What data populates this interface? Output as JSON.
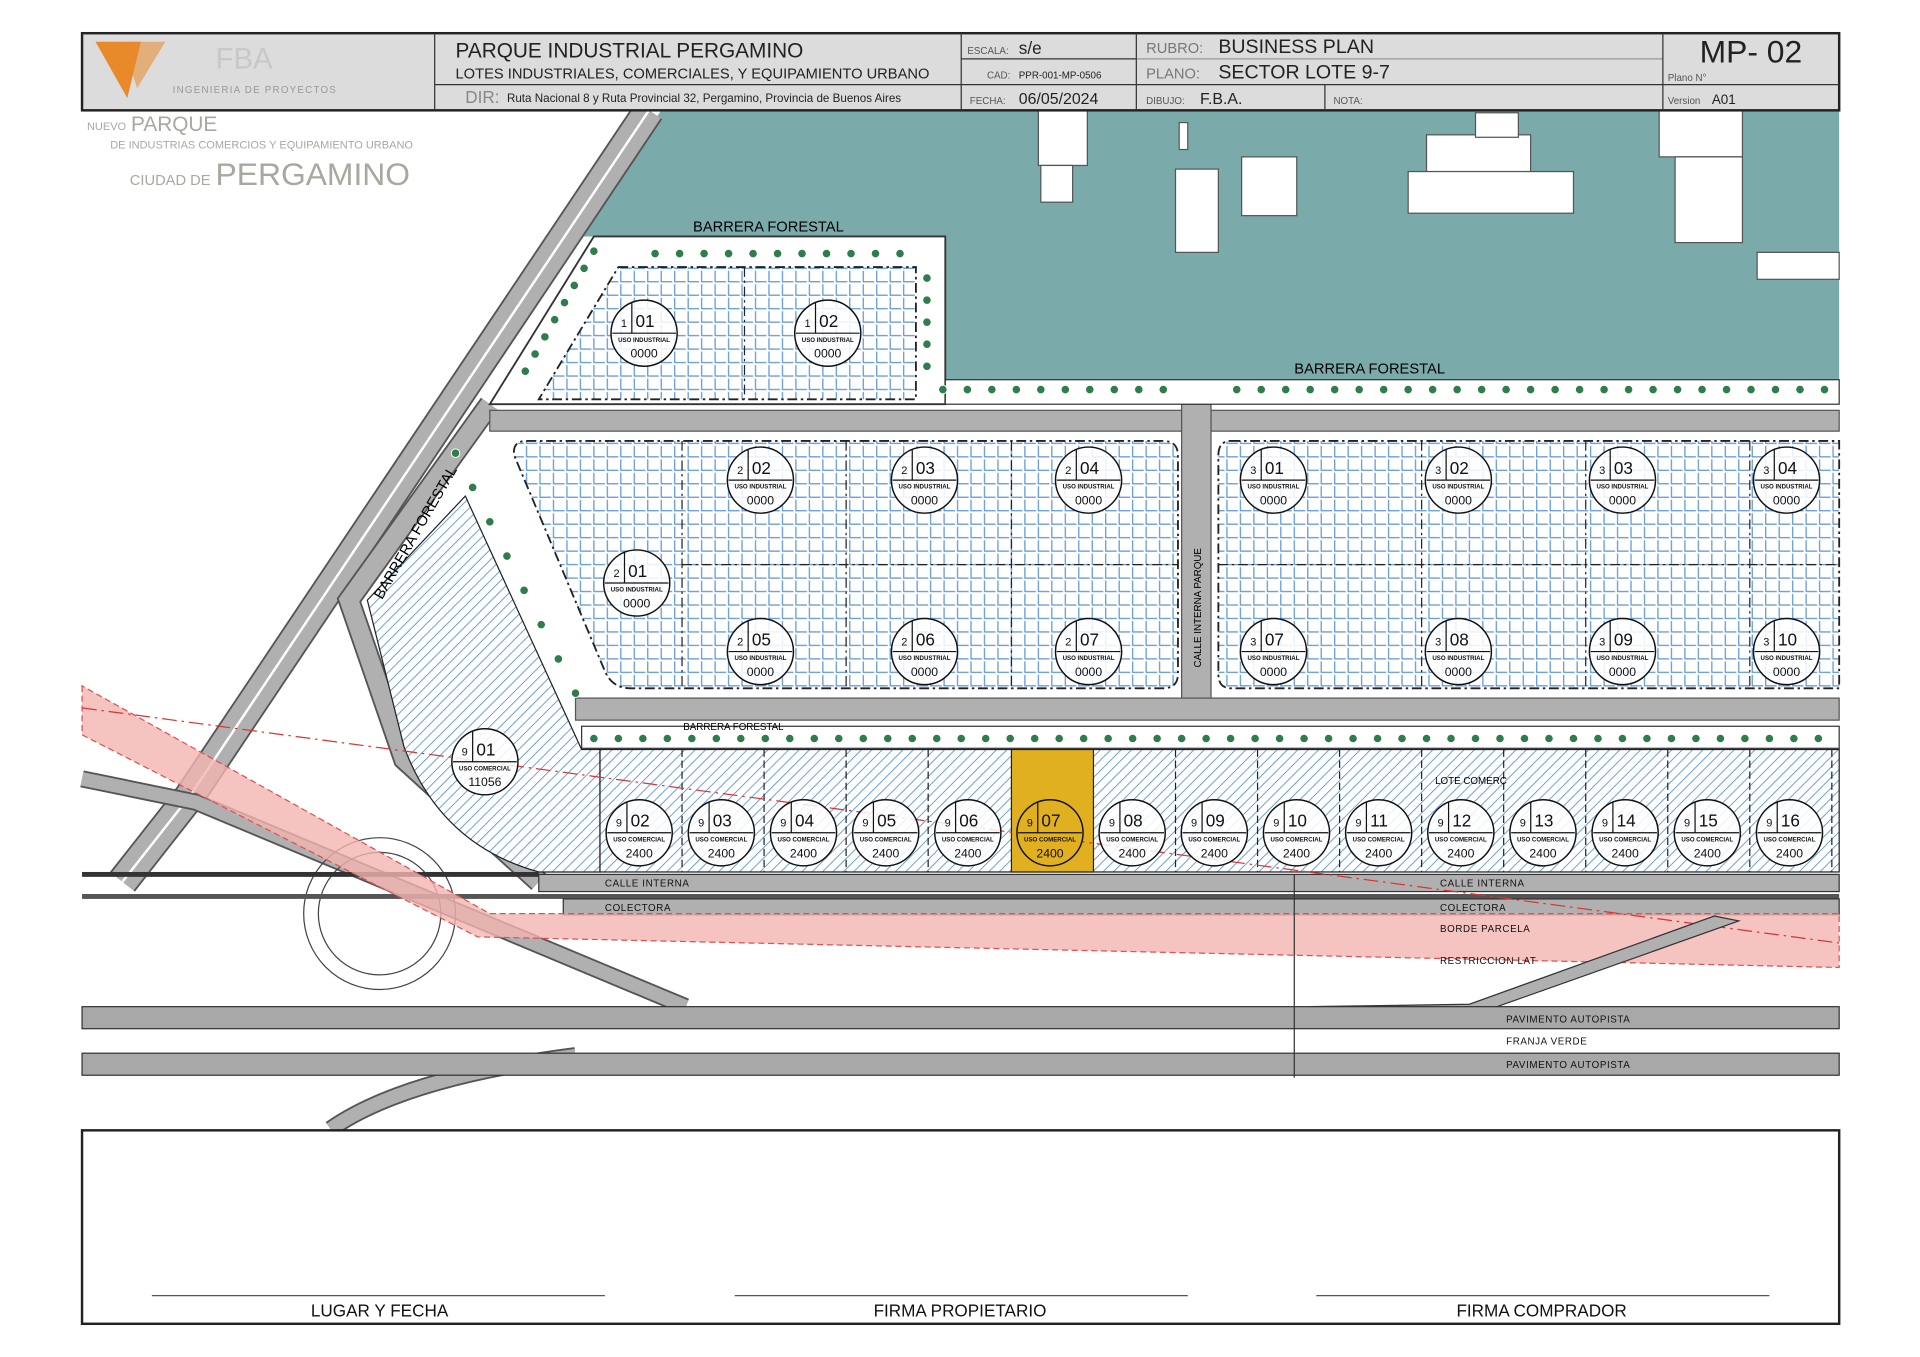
{
  "title_block": {
    "logo_text": "FBA",
    "logo_subtitle": "INGENIERIA DE PROYECTOS",
    "project_title": "PARQUE INDUSTRIAL PERGAMINO",
    "project_subtitle": "LOTES INDUSTRIALES, COMERCIALES, Y EQUIPAMIENTO URBANO",
    "dir_label": "DIR:",
    "dir_value": "Ruta Nacional 8 y Ruta Provincial 32, Pergamino, Provincia de Buenos Aires",
    "escala_label": "ESCALA:",
    "escala_value": "s/e",
    "cad_label": "CAD:",
    "cad_value": "PPR-001-MP-0506",
    "fecha_label": "FECHA:",
    "fecha_value": "06/05/2024",
    "rubro_label": "RUBRO:",
    "rubro_value": "BUSINESS PLAN",
    "plano_label": "PLANO:",
    "plano_value": "SECTOR LOTE 9-7",
    "dibujo_label": "DIBUJO:",
    "dibujo_value": "F.B.A.",
    "nota_label": "NOTA:",
    "plano_num": "MP- 02",
    "plano_num_label": "Plano N°",
    "version_label": "Version",
    "version_value": "A01"
  },
  "watermark": {
    "nuevo": "NUEVO",
    "parque": "PARQUE",
    "line2": "DE INDUSTRIAS COMERCIOS Y EQUIPAMIENTO URBANO",
    "ciudad_de": "CIUDAD DE",
    "ciudad": "PERGAMINO"
  },
  "map_labels": {
    "barrera_1": "BARRERA FORESTAL",
    "barrera_2": "BARRERA FORESTAL",
    "barrera_3": "BARRERA FORESTAL",
    "barrera_4": "BARRERA FORESTAL",
    "calle_interna_parque": "CALLE INTERNA PARQUE",
    "calle_interna_1": "CALLE INTERNA",
    "calle_interna_2": "CALLE INTERNA",
    "colectora_1": "COLECTORA",
    "colectora_2": "COLECTORA",
    "borde_parcela": "BORDE PARCELA",
    "restriccion_lat": "RESTRICCION LAT",
    "pavimento_1": "PAVIMENTO AUTOPISTA",
    "franja_verde": "FRANJA VERDE",
    "pavimento_2": "PAVIMENTO AUTOPISTA",
    "lote_comerc": "LOTE COMERC"
  },
  "lots": [
    {
      "id": "1-01",
      "block": "1",
      "lot": "01",
      "use": "USO INDUSTRIAL",
      "area": "0000"
    },
    {
      "id": "1-02",
      "block": "1",
      "lot": "02",
      "use": "USO INDUSTRIAL",
      "area": "0000"
    },
    {
      "id": "2-01",
      "block": "2",
      "lot": "01",
      "use": "USO INDUSTRIAL",
      "area": "0000"
    },
    {
      "id": "2-02",
      "block": "2",
      "lot": "02",
      "use": "USO INDUSTRIAL",
      "area": "0000"
    },
    {
      "id": "2-03",
      "block": "2",
      "lot": "03",
      "use": "USO INDUSTRIAL",
      "area": "0000"
    },
    {
      "id": "2-04",
      "block": "2",
      "lot": "04",
      "use": "USO INDUSTRIAL",
      "area": "0000"
    },
    {
      "id": "2-05",
      "block": "2",
      "lot": "05",
      "use": "USO INDUSTRIAL",
      "area": "0000"
    },
    {
      "id": "2-06",
      "block": "2",
      "lot": "06",
      "use": "USO INDUSTRIAL",
      "area": "0000"
    },
    {
      "id": "2-07",
      "block": "2",
      "lot": "07",
      "use": "USO INDUSTRIAL",
      "area": "0000"
    },
    {
      "id": "3-01",
      "block": "3",
      "lot": "01",
      "use": "USO INDUSTRIAL",
      "area": "0000"
    },
    {
      "id": "3-02",
      "block": "3",
      "lot": "02",
      "use": "USO INDUSTRIAL",
      "area": "0000"
    },
    {
      "id": "3-03",
      "block": "3",
      "lot": "03",
      "use": "USO INDUSTRIAL",
      "area": "0000"
    },
    {
      "id": "3-04",
      "block": "3",
      "lot": "04",
      "use": "USO INDUSTRIAL",
      "area": "0000"
    },
    {
      "id": "3-07",
      "block": "3",
      "lot": "07",
      "use": "USO INDUSTRIAL",
      "area": "0000"
    },
    {
      "id": "3-08",
      "block": "3",
      "lot": "08",
      "use": "USO INDUSTRIAL",
      "area": "0000"
    },
    {
      "id": "3-09",
      "block": "3",
      "lot": "09",
      "use": "USO INDUSTRIAL",
      "area": "0000"
    },
    {
      "id": "3-10",
      "block": "3",
      "lot": "10",
      "use": "USO INDUSTRIAL",
      "area": "0000"
    },
    {
      "id": "9-01",
      "block": "9",
      "lot": "01",
      "use": "USO COMERCIAL",
      "area": "11056"
    },
    {
      "id": "9-02",
      "block": "9",
      "lot": "02",
      "use": "USO COMERCIAL",
      "area": "2400"
    },
    {
      "id": "9-03",
      "block": "9",
      "lot": "03",
      "use": "USO COMERCIAL",
      "area": "2400"
    },
    {
      "id": "9-04",
      "block": "9",
      "lot": "04",
      "use": "USO COMERCIAL",
      "area": "2400"
    },
    {
      "id": "9-05",
      "block": "9",
      "lot": "05",
      "use": "USO COMERCIAL",
      "area": "2400"
    },
    {
      "id": "9-06",
      "block": "9",
      "lot": "06",
      "use": "USO COMERCIAL",
      "area": "2400"
    },
    {
      "id": "9-07",
      "block": "9",
      "lot": "07",
      "use": "USO COMERCIAL",
      "area": "2400",
      "selected": true
    },
    {
      "id": "9-08",
      "block": "9",
      "lot": "08",
      "use": "USO COMERCIAL",
      "area": "2400"
    },
    {
      "id": "9-09",
      "block": "9",
      "lot": "09",
      "use": "USO COMERCIAL",
      "area": "2400"
    },
    {
      "id": "9-10",
      "block": "9",
      "lot": "10",
      "use": "USO COMERCIAL",
      "area": "2400"
    },
    {
      "id": "9-11",
      "block": "9",
      "lot": "11",
      "use": "USO COMERCIAL",
      "area": "2400"
    },
    {
      "id": "9-12",
      "block": "9",
      "lot": "12",
      "use": "USO COMERCIAL",
      "area": "2400"
    },
    {
      "id": "9-13",
      "block": "9",
      "lot": "13",
      "use": "USO COMERCIAL",
      "area": "2400"
    },
    {
      "id": "9-14",
      "block": "9",
      "lot": "14",
      "use": "USO COMERCIAL",
      "area": "2400"
    },
    {
      "id": "9-15",
      "block": "9",
      "lot": "15",
      "use": "USO COMERCIAL",
      "area": "2400"
    },
    {
      "id": "9-16",
      "block": "9",
      "lot": "16",
      "use": "USO COMERCIAL",
      "area": "2400"
    }
  ],
  "signatures": {
    "lugar_fecha": "LUGAR Y FECHA",
    "firma_propietario": "FIRMA PROPIETARIO",
    "firma_comprador": "FIRMA COMPRADOR"
  },
  "colors": {
    "existing_industry": "#7aabaa",
    "selected_lot": "#e0b020",
    "lot_hatch": "#4a8ad0",
    "road": "#a8a8a8",
    "restriction_band": "#f2b4b0",
    "logo_orange": "#e8892a"
  }
}
